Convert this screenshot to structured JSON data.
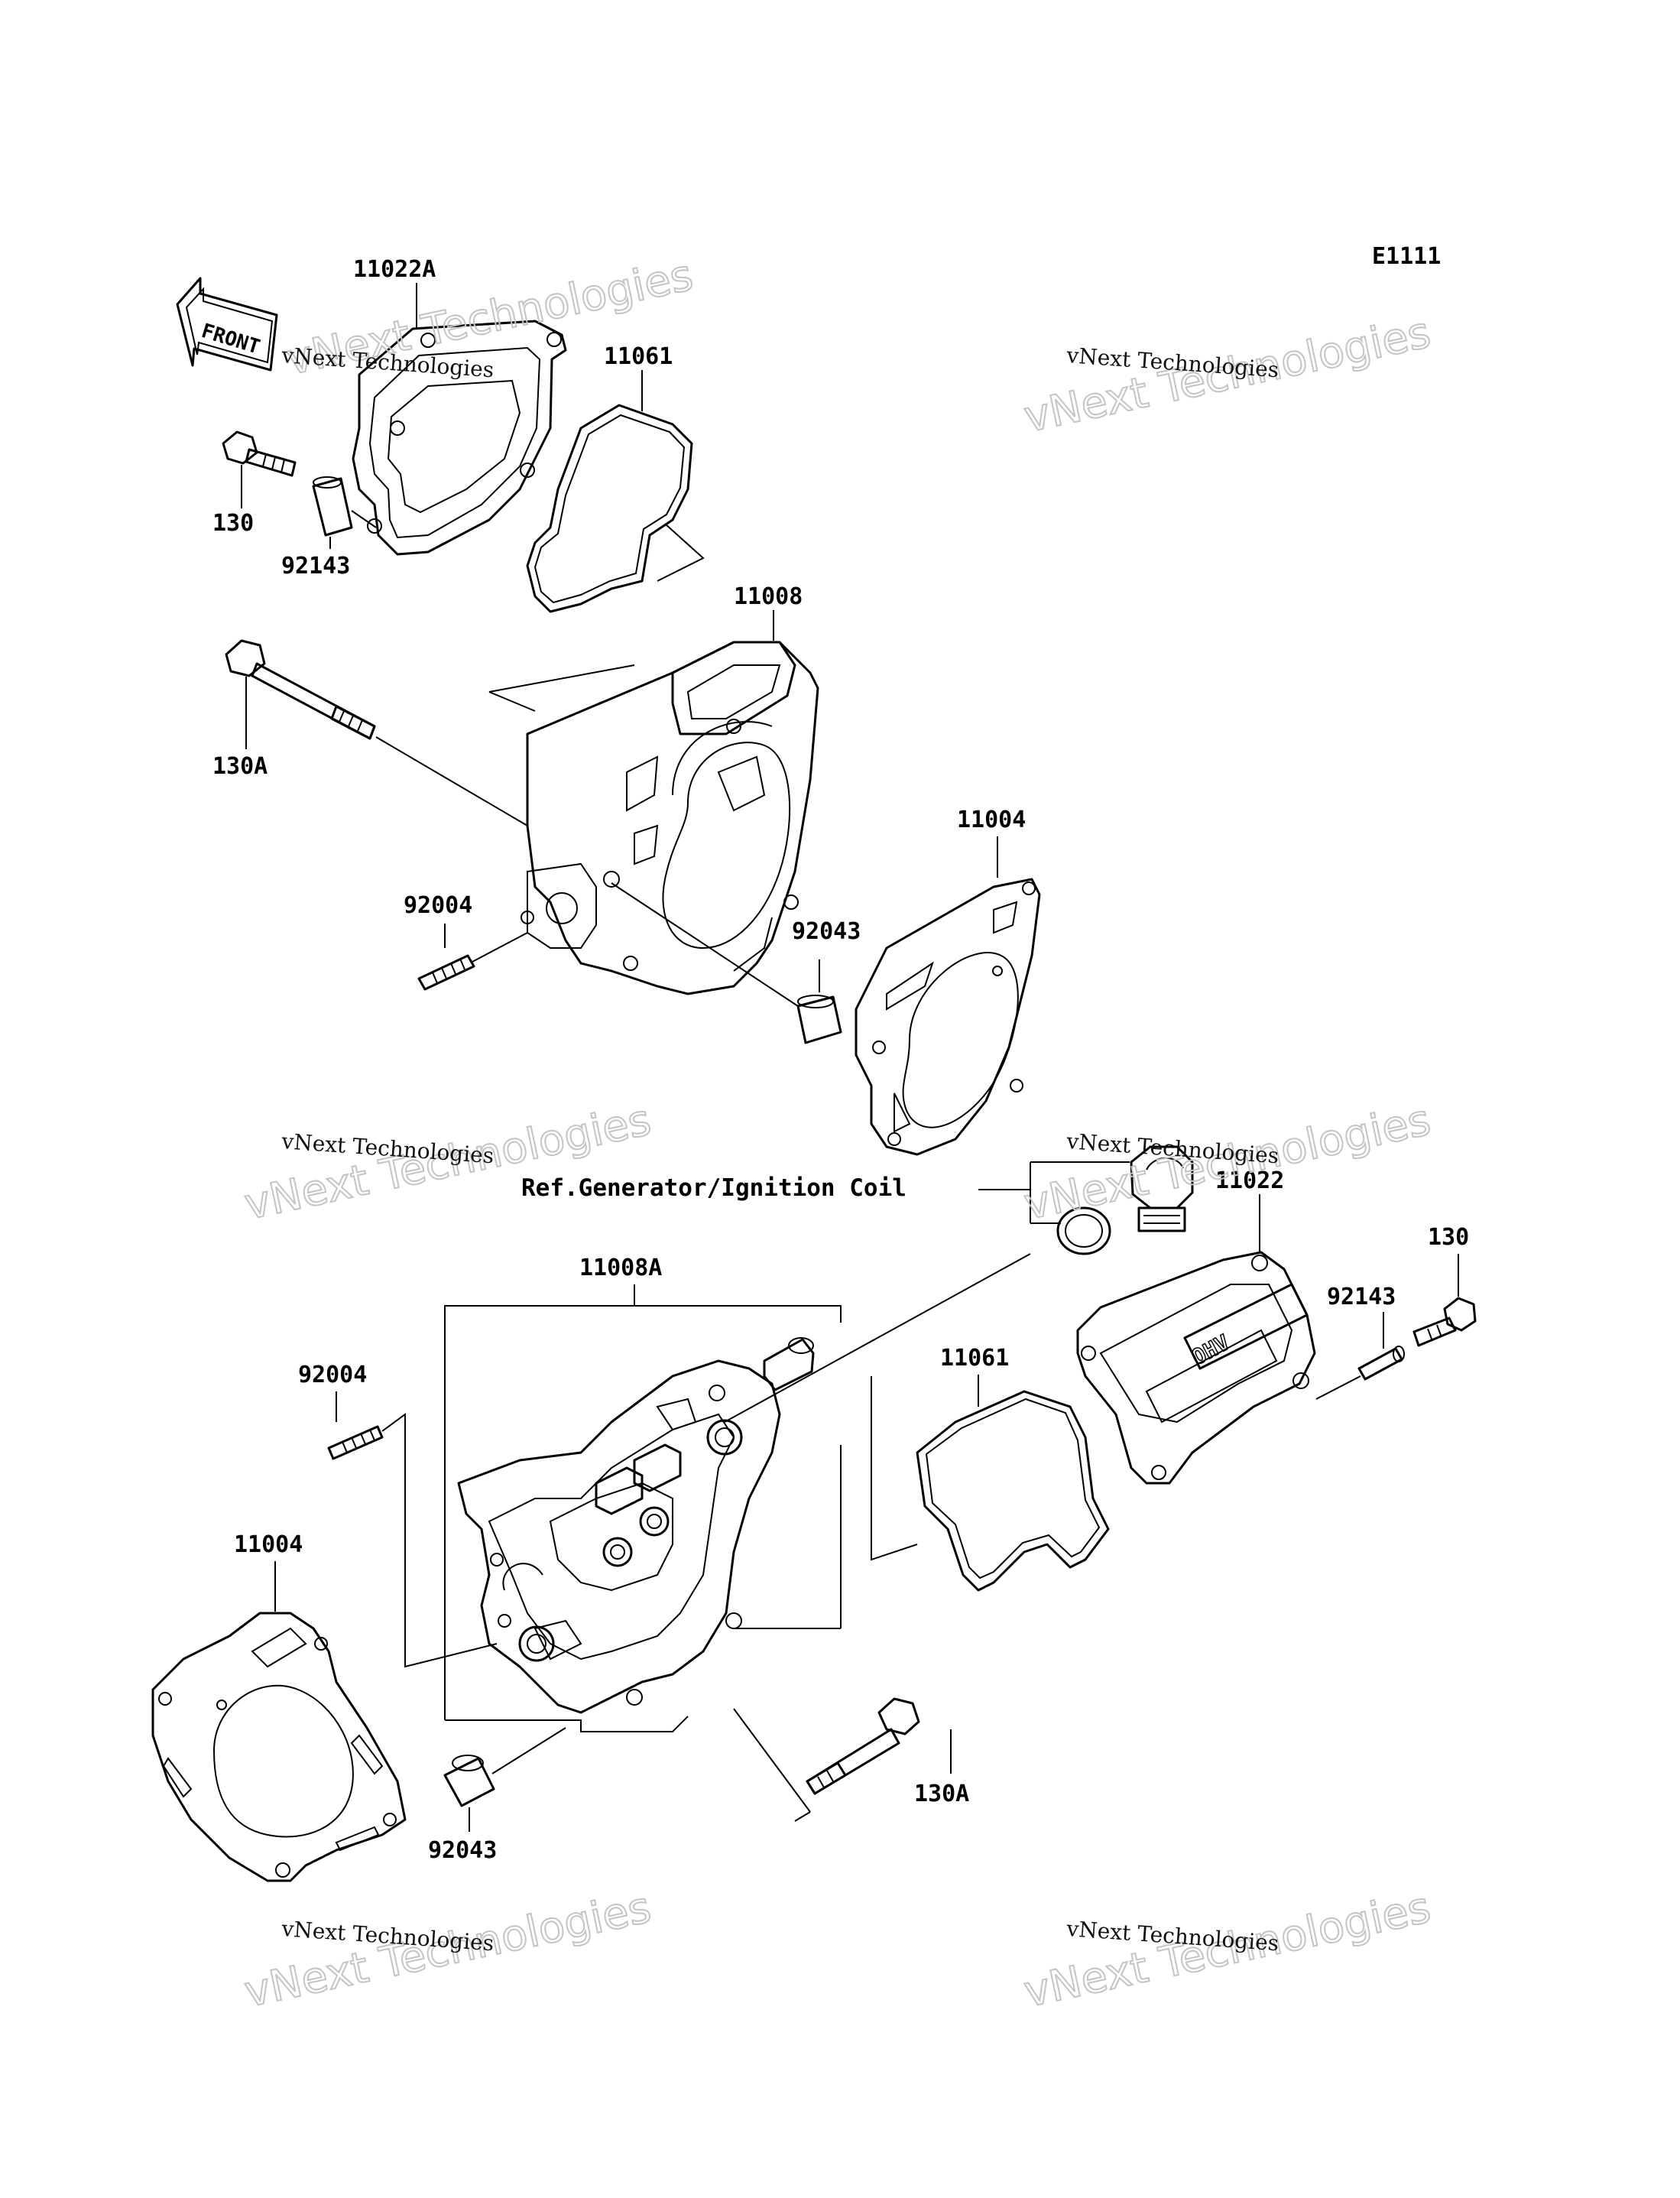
{
  "diagram_code": "E1111",
  "front_label": "FRONT",
  "reference_note": "Ref.Generator/Ignition Coil",
  "watermark": {
    "line1": "vNext Technologies",
    "line2": "vNext Technologies"
  },
  "part_labels": {
    "p11022A": "11022A",
    "p11061_top": "11061",
    "p130_top": "130",
    "p92143_top": "92143",
    "p11008": "11008",
    "p130A_top": "130A",
    "p11004_top": "11004",
    "p92004_top": "92004",
    "p92043_top": "92043",
    "p11022": "11022",
    "p130_right": "130",
    "p92143_right": "92143",
    "p11008A": "11008A",
    "p11061_bottom": "11061",
    "p92004_bottom": "92004",
    "p11004_bottom": "11004",
    "p92043_bottom": "92043",
    "p130A_bottom": "130A"
  }
}
